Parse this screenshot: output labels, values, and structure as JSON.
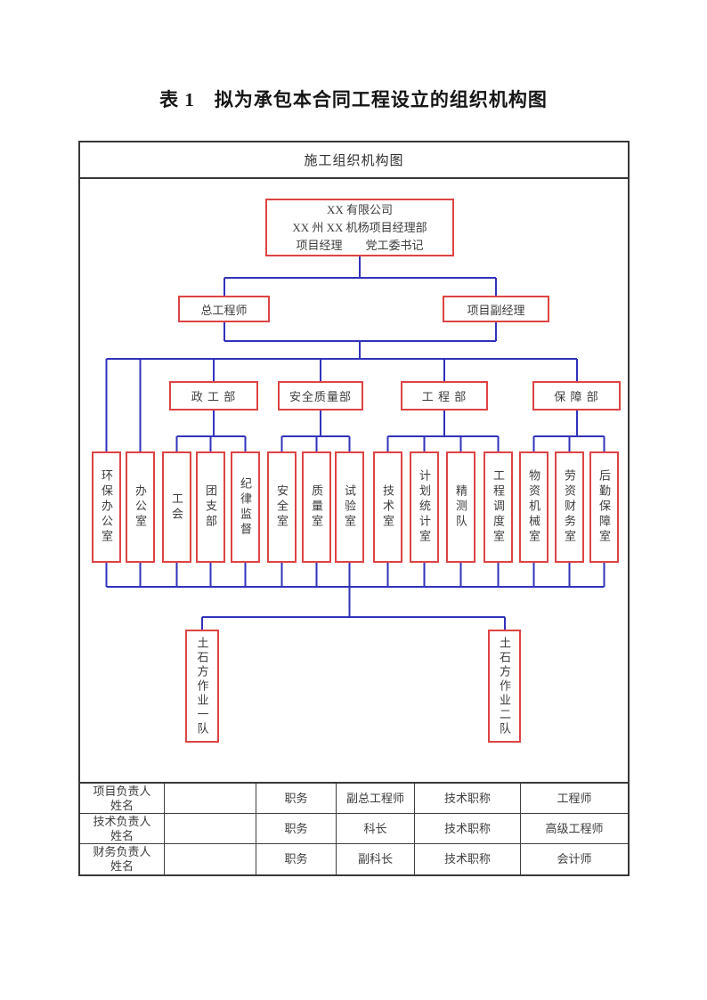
{
  "page": {
    "title": "表 1　拟为承包本合同工程设立的组织机构图"
  },
  "chart": {
    "header": "施工组织机构图",
    "root": {
      "line1": "XX 有限公司",
      "line2": "XX 州 XX 机杨项目经理部",
      "line3": "项目经理　　党工委书记"
    },
    "level2": [
      {
        "label": "总工程师"
      },
      {
        "label": "项目副经理"
      }
    ],
    "departments": [
      {
        "label": "政 工 部"
      },
      {
        "label": "安全质量部"
      },
      {
        "label": "工 程 部"
      },
      {
        "label": "保 障 部"
      }
    ],
    "offices": [
      "环保办公室",
      "办公室",
      "工会",
      "团支部",
      "纪律监督",
      "安全室",
      "质量室",
      "试验室",
      "技术室",
      "计划统计室",
      "精测队",
      "工程调度室",
      "物资机械室",
      "劳资财务室",
      "后勤保障室"
    ],
    "teams": [
      "土石方作业一队",
      "土石方作业二队"
    ],
    "colors": {
      "box_border": "#dd4444",
      "connector_line": "#3232bb",
      "frame_border": "#383838",
      "text": "#3d3d3d"
    }
  },
  "table": {
    "rows": [
      [
        "项目负责人\n姓名",
        "",
        "职务",
        "副总工程师",
        "技术职称",
        "工程师"
      ],
      [
        "技术负责人\n姓名",
        "",
        "职务",
        "科长",
        "技术职称",
        "高级工程师"
      ],
      [
        "财务负责人\n姓名",
        "",
        "职务",
        "副科长",
        "技术职称",
        "会计师"
      ]
    ]
  }
}
